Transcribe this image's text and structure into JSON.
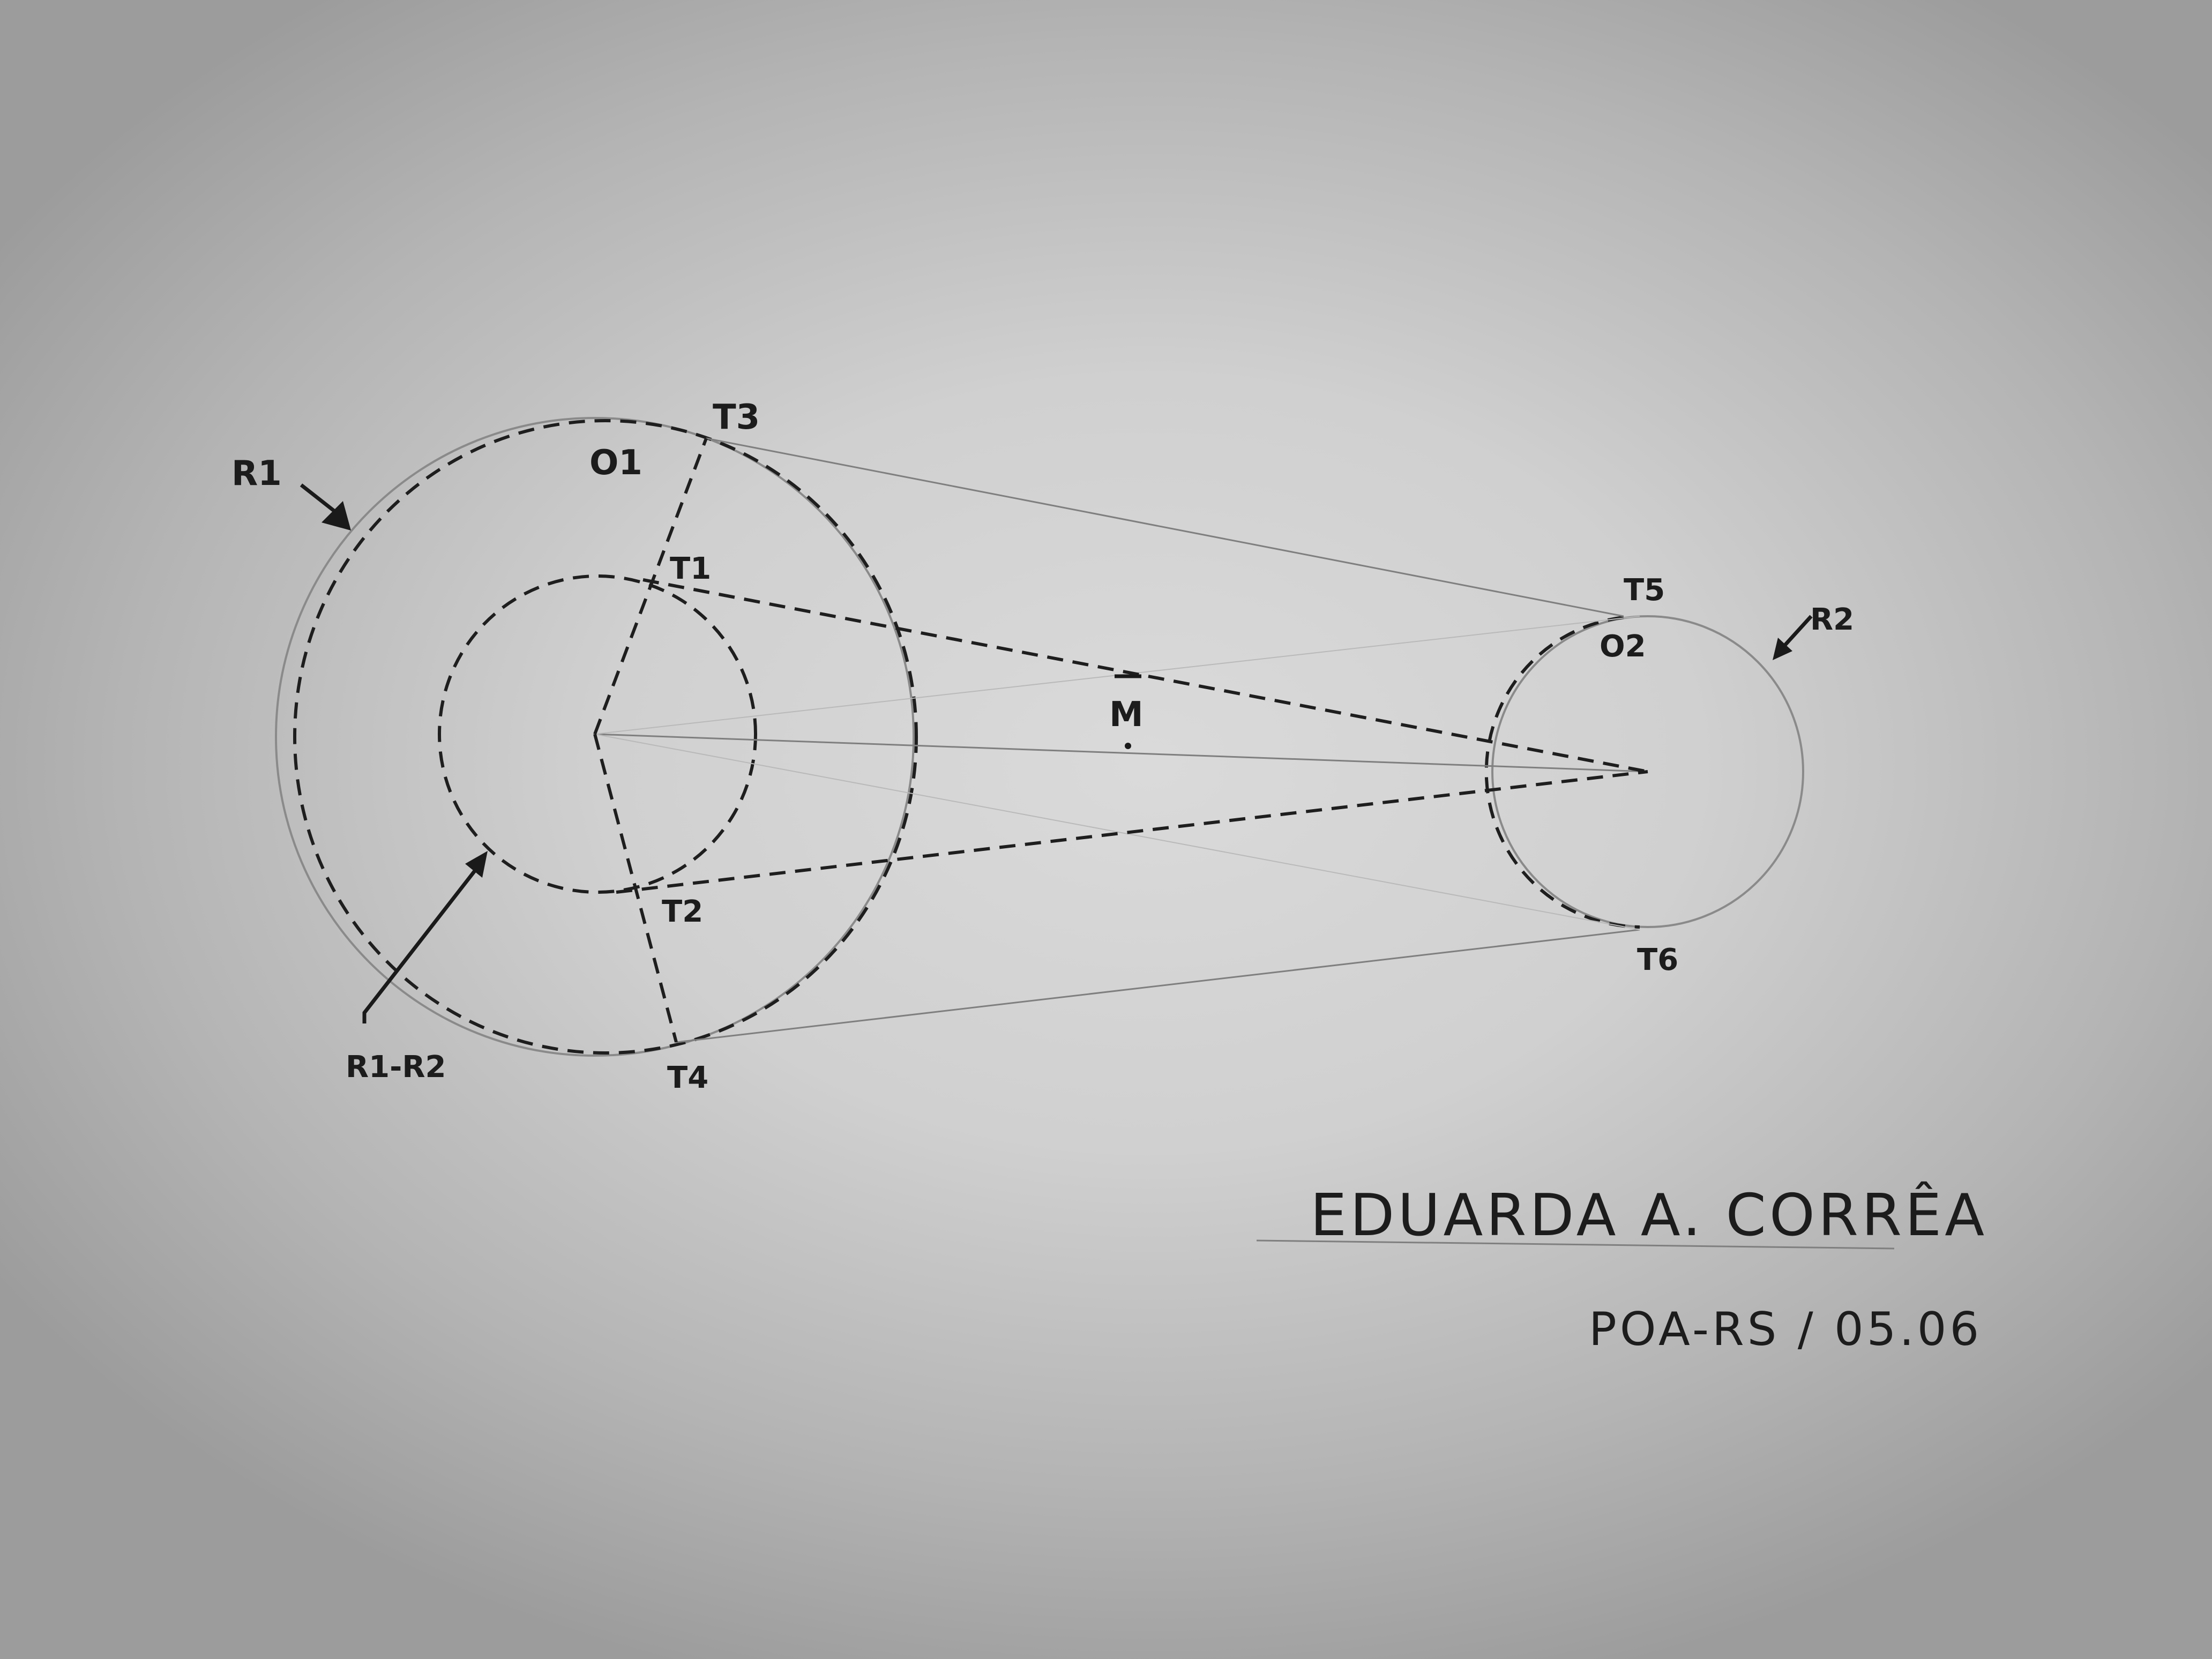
{
  "labels": {
    "r1": "R1",
    "o1": "O1",
    "t3": "T3",
    "t1": "T1",
    "t2": "T2",
    "t4": "T4",
    "r1_r2": "R1-R2",
    "m": "M",
    "t5": "T5",
    "o2": "O2",
    "r2": "R2",
    "t6": "T6"
  },
  "signature": {
    "name": "EDUARDA A. CORRÊA",
    "place_date": "POA-RS / 05.06"
  },
  "colors": {
    "paper": "#d0d0d0",
    "ink": "#1c1c1c",
    "pencil": "#8a8a8a"
  }
}
